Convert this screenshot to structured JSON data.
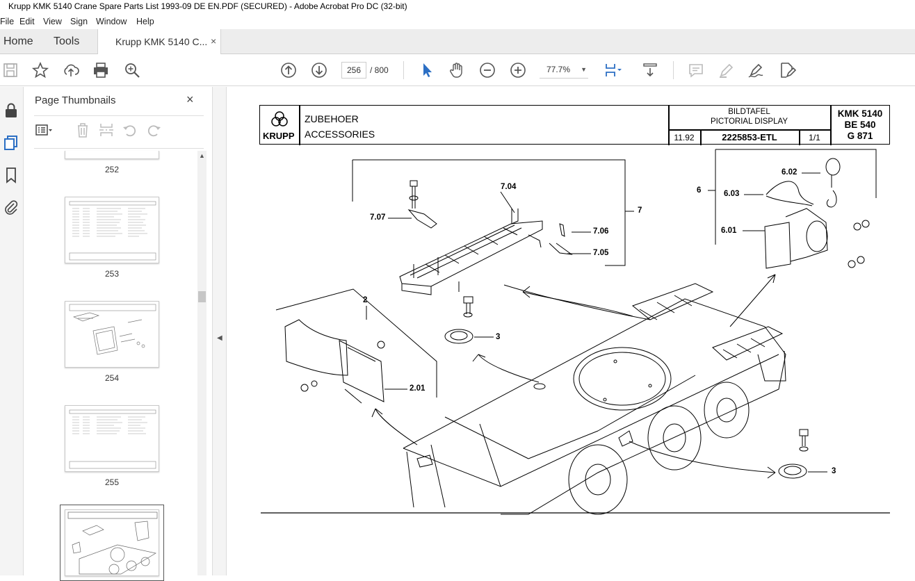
{
  "window": {
    "title": "Krupp KMK 5140 Crane Spare Parts List 1993-09 DE EN.PDF (SECURED) - Adobe Acrobat Pro DC (32-bit)"
  },
  "menu": [
    "File",
    "Edit",
    "View",
    "Sign",
    "Window",
    "Help"
  ],
  "tabs": {
    "home": "Home",
    "tools": "Tools",
    "doc": "Krupp KMK 5140 C...",
    "close": "×"
  },
  "toolbar": {
    "page_current": "256",
    "page_total": "/  800",
    "zoom": "77.7%"
  },
  "thumbnails": {
    "title": "Page Thumbnails",
    "close": "×",
    "pages": [
      "252",
      "253",
      "254",
      "255"
    ]
  },
  "document": {
    "header": {
      "brand": "KRUPP",
      "title_de": "ZUBEHOER",
      "title_en": "ACCESSORIES",
      "display_de": "BILDTAFEL",
      "display_en": "PICTORIAL DISPLAY",
      "date": "11.92",
      "drawing_no": "2225853-ETL",
      "sheet": "1/1",
      "model": "KMK 5140",
      "model2": "BE 540",
      "model3": "G 871"
    },
    "callouts": {
      "c704": "7.04",
      "c707": "7.07",
      "c706": "7.06",
      "c705": "7.05",
      "c7": "7",
      "c6": "6",
      "c602": "6.02",
      "c603": "6.03",
      "c601": "6.01",
      "c2": "2",
      "c201": "2.01",
      "c3a": "3",
      "c3b": "3"
    }
  },
  "colors": {
    "accent_blue": "#2c6fc4",
    "toolbar_icon": "#555555"
  }
}
